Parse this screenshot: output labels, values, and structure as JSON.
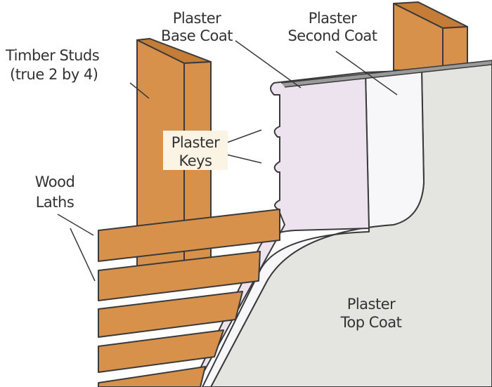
{
  "title": "Lath and plaster wall cross-section",
  "labels": {
    "timber_studs": [
      "Timber Studs",
      "(true 2 by 4)"
    ],
    "base_coat": [
      "Plaster",
      "Base Coat"
    ],
    "second_coat": [
      "Plaster",
      "Second Coat"
    ],
    "keys": [
      "Plaster",
      "Keys"
    ],
    "laths": [
      "Wood",
      "Laths"
    ],
    "top_coat": [
      "Plaster",
      "Top Coat"
    ]
  },
  "colors": {
    "wood": "#d8914a",
    "wood_dark": "#c47c36",
    "base_coat": "#ece3ef",
    "second_coat": "#f7f7f9",
    "top_coat": "#e4e4e0",
    "outline": "#3a3a3a"
  }
}
